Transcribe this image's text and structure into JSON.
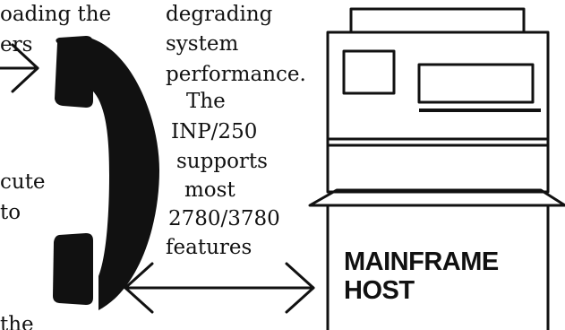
{
  "left_column": {
    "line1": "oading the",
    "line2": "ers",
    "line3": "cute",
    "line4": "to",
    "line5": "the"
  },
  "middle_column": {
    "lines": [
      "degrading",
      "system",
      "performance.",
      "The",
      "INP/250",
      "supports",
      "most",
      "2780/3780",
      "features"
    ]
  },
  "mainframe": {
    "line1": "MAINFRAME",
    "line2": "HOST"
  },
  "icons": [
    "telephone-handset-icon",
    "double-arrow-icon",
    "arrow-right-icon",
    "mainframe-computer-icon"
  ],
  "colors": {
    "ink": "#111111",
    "paper": "#ffffff"
  }
}
